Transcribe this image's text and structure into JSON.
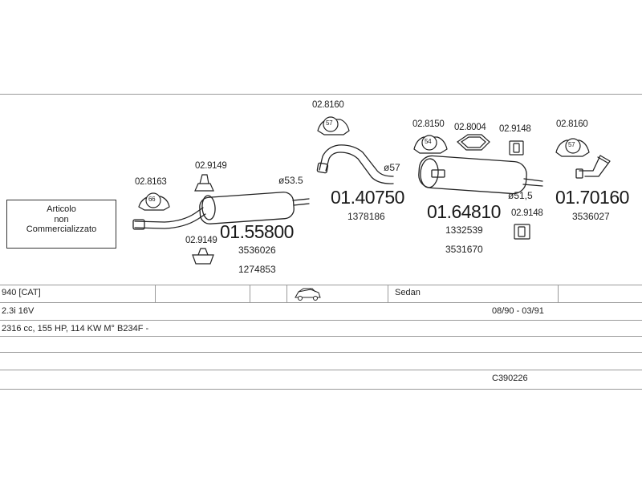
{
  "notice": {
    "line1": "Articolo",
    "line2": "non",
    "line3": "Commercializzato"
  },
  "parts": {
    "front_pipe": {
      "code": "01.55800",
      "refs": [
        "3536026",
        "1274853"
      ]
    },
    "center_pipe": {
      "code": "01.40750",
      "refs": [
        "1378186"
      ]
    },
    "rear_silencer": {
      "code": "01.64810",
      "refs": [
        "1332539",
        "3531670"
      ]
    },
    "tail_pipe": {
      "code": "01.70160",
      "refs": [
        "3536027"
      ]
    }
  },
  "accessories": {
    "clamp_8163": {
      "code": "02.8163",
      "size": "66"
    },
    "hanger_9149_top": {
      "code": "02.9149"
    },
    "hanger_9149_bottom": {
      "code": "02.9149"
    },
    "clamp_8160_center": {
      "code": "02.8160",
      "size": "57"
    },
    "clamp_8150": {
      "code": "02.8150",
      "size": "54"
    },
    "ring_8004": {
      "code": "02.8004"
    },
    "hanger_9148_top": {
      "code": "02.9148"
    },
    "hanger_9148_bottom": {
      "code": "02.9148"
    },
    "clamp_8160_tail": {
      "code": "02.8160",
      "size": "57"
    }
  },
  "diameters": {
    "d1": "ø53.5",
    "d2": "ø57",
    "d3": "ø51,5"
  },
  "vehicle": {
    "model": "940  [CAT]",
    "body_type": "Sedan",
    "engine": "2.3i 16V",
    "years": "08/90 - 03/91",
    "specs": "2316 cc, 155 HP, 114 KW M° B234F -",
    "catalog_code": "C390226",
    "body_icon": "sedan-car-icon"
  }
}
